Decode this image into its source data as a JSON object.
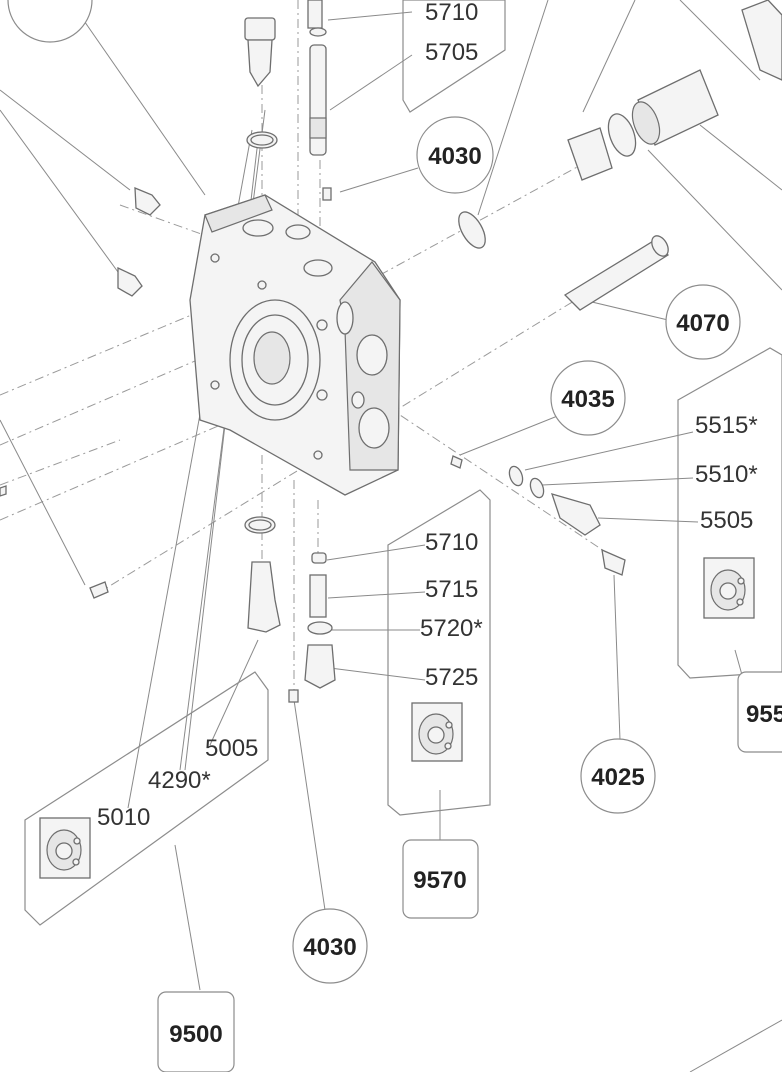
{
  "labels": {
    "l5710_top": "5710",
    "l5705": "5705",
    "l5515": "5515*",
    "l5510": "5510*",
    "l5505": "5505",
    "l5710_mid": "5710",
    "l5715": "5715",
    "l5720": "5720*",
    "l5725": "5725",
    "l5005": "5005",
    "l4290": "4290*",
    "l5010": "5010"
  },
  "callouts": {
    "c4030_top": "4030",
    "c4070": "4070",
    "c4035": "4035",
    "c4025": "4025",
    "c9570": "9570",
    "c4030_bottom": "4030",
    "c9500": "9500",
    "c955": "955"
  }
}
